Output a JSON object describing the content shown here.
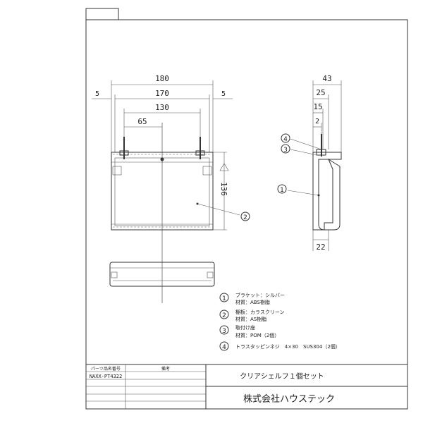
{
  "tab_label": "",
  "dimensions": {
    "front": {
      "overall_width": "180",
      "inner_width": "170",
      "hole_spacing": "130",
      "half_spacing": "65",
      "left_margin": "5",
      "right_margin": "5",
      "height": "136"
    },
    "side": {
      "depth": "43",
      "d25": "25",
      "d15": "15",
      "d2": "2",
      "bottom_depth": "22"
    }
  },
  "callouts": [
    {
      "num": "1",
      "name": "ブラケット：シルバー",
      "material": "材質：ABS樹脂"
    },
    {
      "num": "2",
      "name": "棚板：カラスクリーン",
      "material": "材質：AS樹脂"
    },
    {
      "num": "3",
      "name": "取付け座",
      "material": "材質：POM（2個）"
    },
    {
      "num": "4",
      "name": "トラスタッピンネジ　4×30　SUS304（2個）",
      "material": ""
    }
  ],
  "title_block": {
    "part_header": "パーツ品名番号",
    "note_header": "備考",
    "part_number": "NAXX-PT4322",
    "product_name": "クリアシェルフ１個セット",
    "company": "株式会社ハウステック"
  }
}
